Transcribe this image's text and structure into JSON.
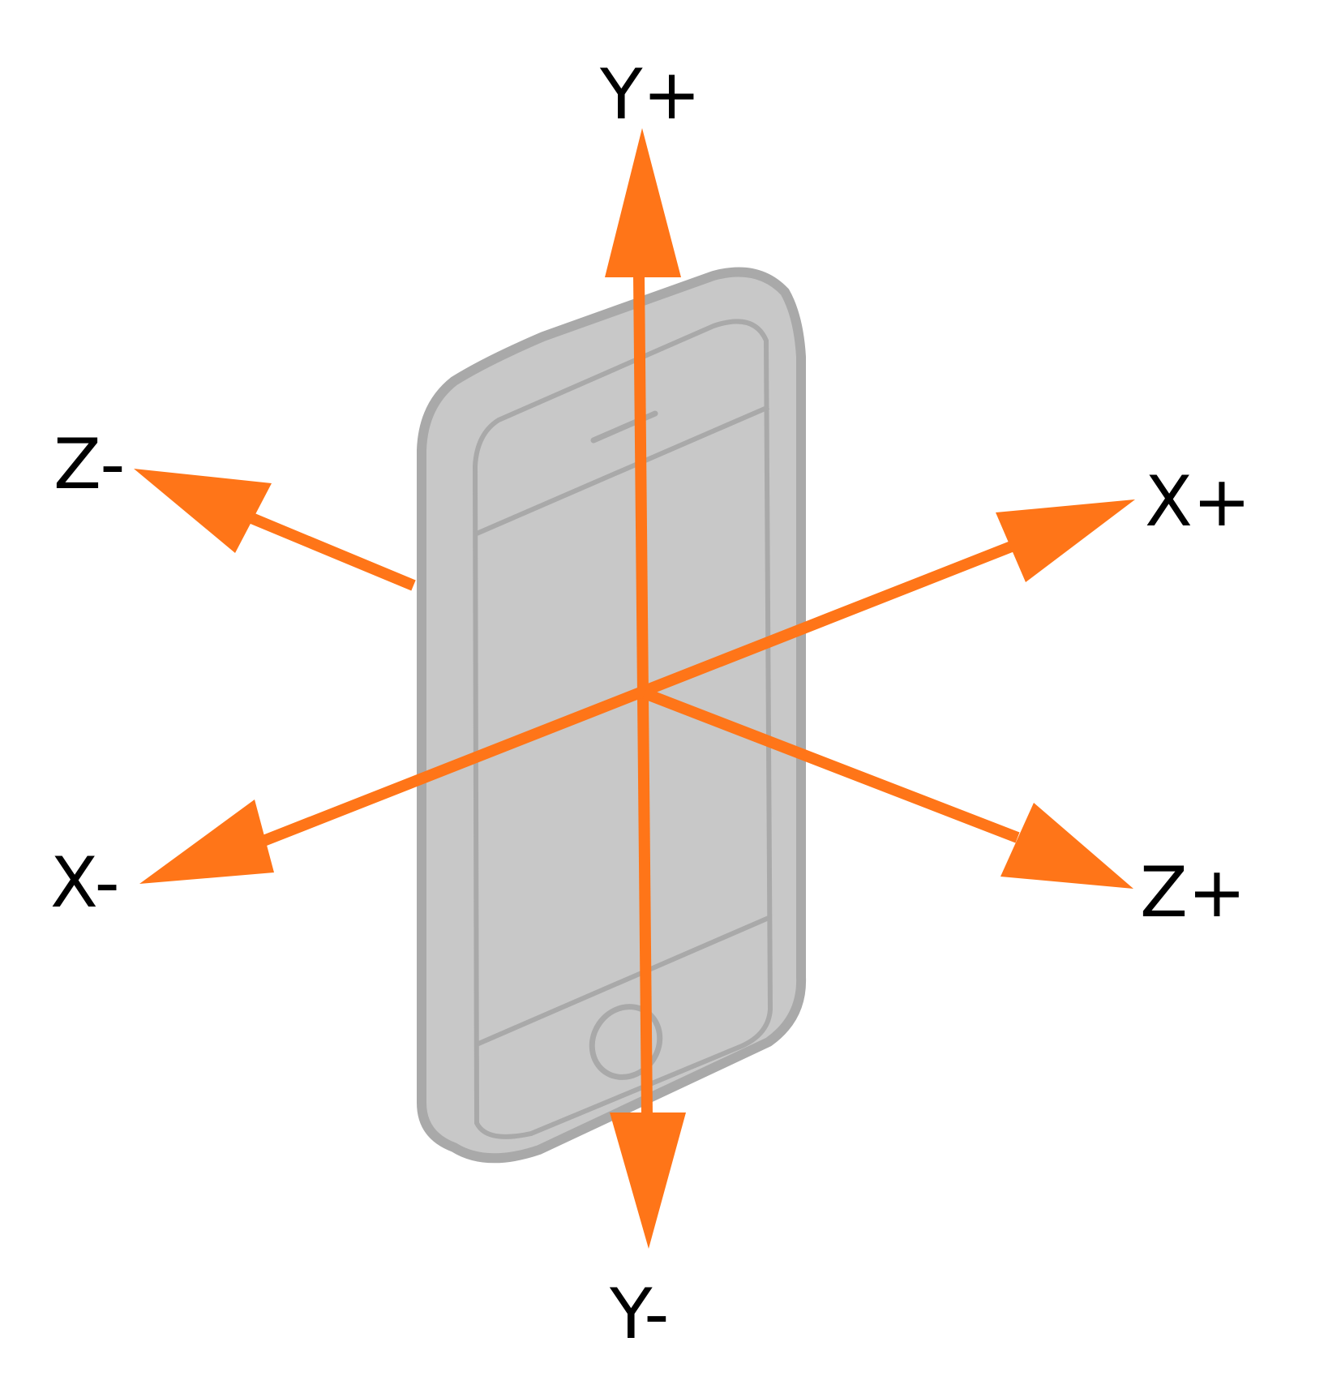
{
  "colors": {
    "arrow": "#ff7518",
    "device_body": "#c8c8c8",
    "device_outline": "#a9a9a9",
    "label": "#000000",
    "background": "#ffffff"
  },
  "icons": {
    "device": "smartphone-icon"
  },
  "axes": {
    "y_plus": "Y+",
    "y_minus": "Y-",
    "x_plus": "X+",
    "x_minus": "X-",
    "z_plus": "Z+",
    "z_minus": "Z-"
  }
}
